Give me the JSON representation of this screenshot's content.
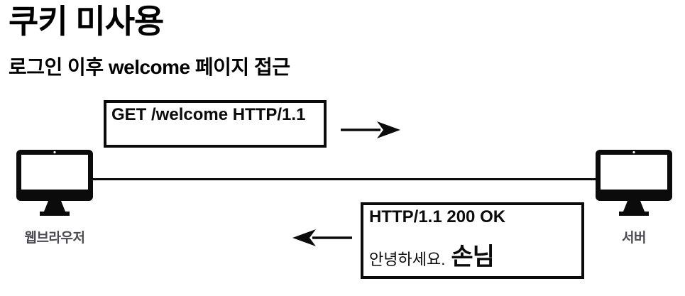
{
  "page": {
    "title": "쿠키 미사용",
    "subtitle": "로그인 이후 welcome 페이지 접근"
  },
  "request": {
    "message": "GET /welcome HTTP/1.1",
    "arrow_direction": "right"
  },
  "response": {
    "status_line": "HTTP/1.1 200 OK",
    "body_prefix": "안녕하세요.",
    "body_emphasis": "손님",
    "arrow_direction": "left"
  },
  "client": {
    "label": "웹브라우저",
    "icon": "desktop-monitor-icon"
  },
  "server": {
    "label": "서버",
    "icon": "desktop-monitor-icon"
  },
  "colors": {
    "ink": "#0b0b0b",
    "label_gray": "#4a4a50",
    "background": "#ffffff"
  }
}
